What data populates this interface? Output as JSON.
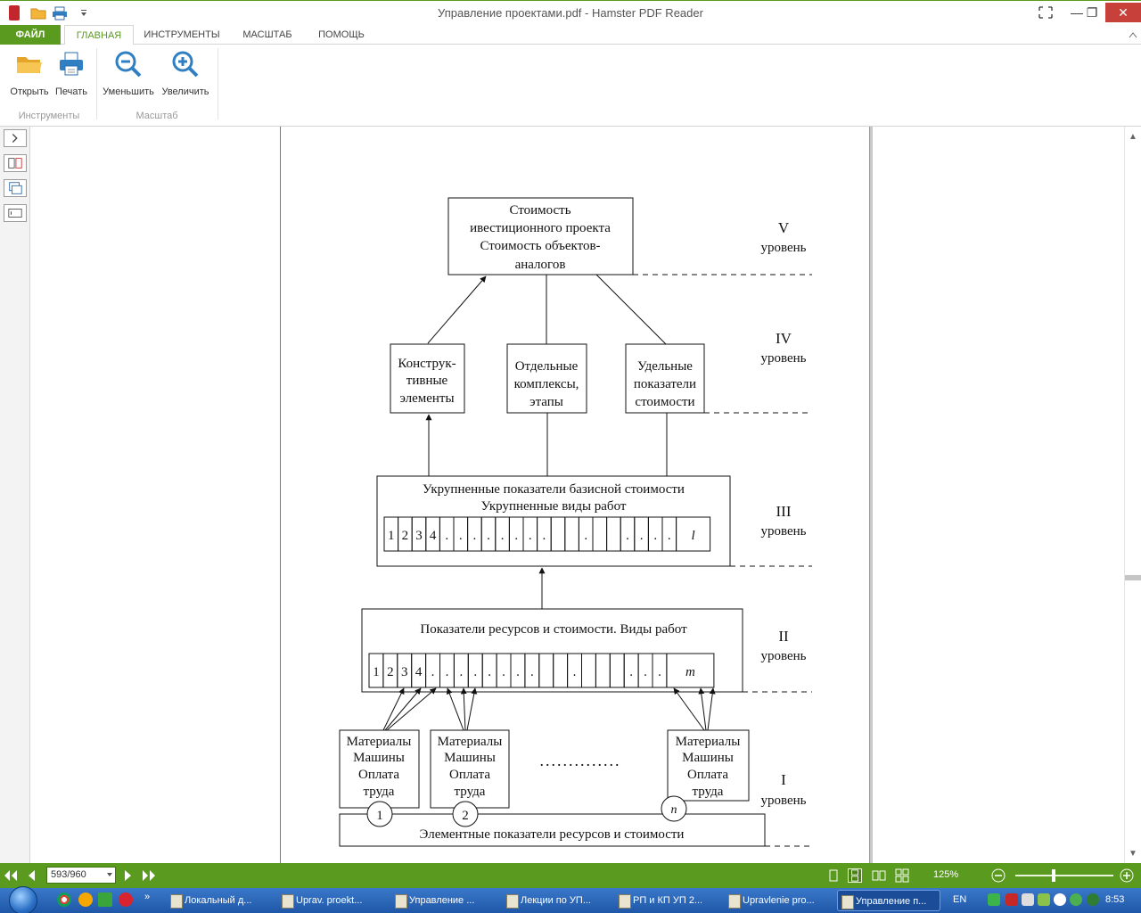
{
  "window": {
    "title": "Управление проектами.pdf - Hamster PDF Reader"
  },
  "tabs": {
    "file": "ФАЙЛ",
    "home": "ГЛАВНАЯ",
    "tools": "ИНСТРУМЕНТЫ",
    "scale": "МАСШТАБ",
    "help": "ПОМОЩЬ"
  },
  "ribbon": {
    "open": "Открыть",
    "print": "Печать",
    "zoom_out": "Уменьшить",
    "zoom_in": "Увеличить",
    "group_tools": "Инструменты",
    "group_scale": "Масштаб"
  },
  "diagram": {
    "top_box": [
      "Стоимость",
      "ивестиционного проекта",
      "Стоимость объектов-",
      "аналогов"
    ],
    "box_constructive": [
      "Конструк-",
      "тивные",
      "элементы"
    ],
    "box_complexes": [
      "Отдельные",
      "комплексы,",
      "этапы"
    ],
    "box_specific": [
      "Удельные",
      "показатели",
      "стоимости"
    ],
    "level3_title": [
      "Укрупненные показатели базисной стоимости",
      "Укрупненные виды работ"
    ],
    "level3_cells": [
      "1",
      "2",
      "3",
      "4",
      ".",
      ".",
      ".",
      ".",
      ".",
      ".",
      ".",
      ".",
      "",
      "",
      ".",
      "",
      "",
      ".",
      ".",
      ".",
      ".",
      "l"
    ],
    "level2_title": "Показатели ресурсов и стоимости. Виды работ",
    "level2_cells": [
      "1",
      "2",
      "3",
      "4",
      ".",
      ".",
      ".",
      ".",
      ".",
      ".",
      ".",
      ".",
      "",
      "",
      ".",
      "",
      "",
      "",
      ".",
      ".",
      ".",
      "m"
    ],
    "resource_box": [
      "Материалы",
      "Машины",
      "Оплата",
      "труда"
    ],
    "ellipsis": "..............",
    "bottom_box": "Элементные показатели ресурсов и стоимости",
    "circles": [
      "1",
      "2",
      "n"
    ],
    "levels": [
      {
        "roman": "V",
        "word": "уровень"
      },
      {
        "roman": "IV",
        "word": "уровень"
      },
      {
        "roman": "III",
        "word": "уровень"
      },
      {
        "roman": "II",
        "word": "уровень"
      },
      {
        "roman": "I",
        "word": "уровень"
      }
    ]
  },
  "statusbar": {
    "page": "593/960",
    "zoom": "125%"
  },
  "taskbar": {
    "items": [
      "Локальный д...",
      "Uprav. proekt...",
      "Управление ...",
      "Лекции по УП...",
      "РП и КП  УП 2...",
      "Upravlenie pro...",
      "Управление п..."
    ],
    "lang": "EN",
    "clock": "8:53"
  }
}
